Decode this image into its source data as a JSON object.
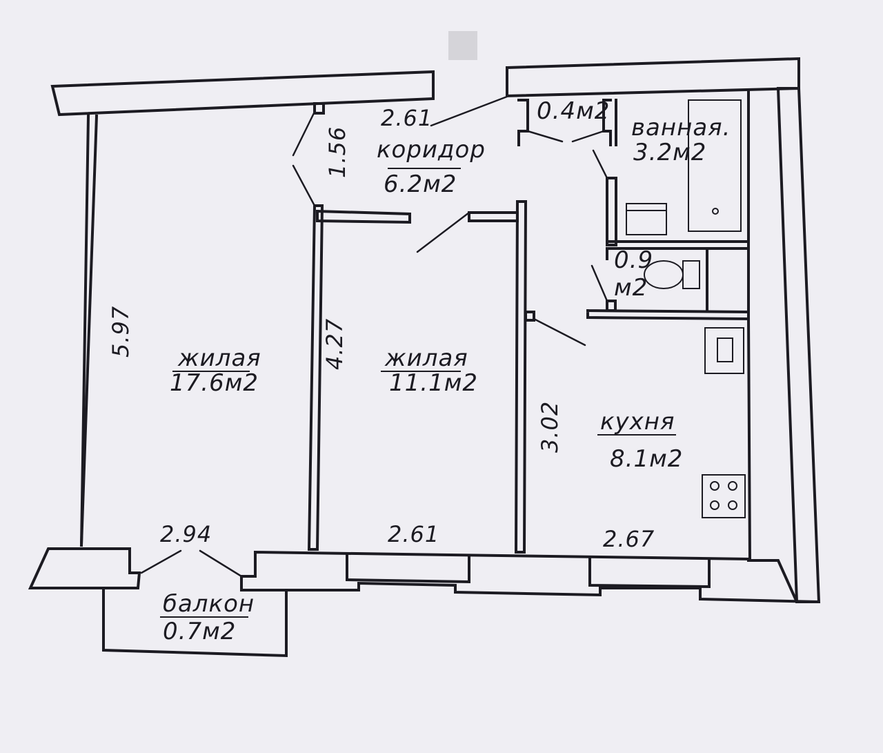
{
  "rooms": {
    "living_large": {
      "name": "жилая",
      "area": "17.6м2"
    },
    "living_small": {
      "name": "жилая",
      "area": "11.1м2"
    },
    "corridor": {
      "name": "коридор",
      "area": "6.2м2"
    },
    "bathroom": {
      "name": "ванная.",
      "area": "3.2м2"
    },
    "closet": {
      "area": "0.4м2"
    },
    "toilet": {
      "area_top": "0.9",
      "area_bottom": "м2"
    },
    "kitchen": {
      "name": "кухня",
      "area": "8.1м2"
    },
    "balcony": {
      "name": "балкон",
      "area": "0.7м2"
    }
  },
  "dimensions": {
    "living_large_height": "5.97",
    "living_large_width": "2.94",
    "corridor_width": "2.61",
    "corridor_height": "1.56",
    "living_small_height": "4.27",
    "living_small_width": "2.61",
    "kitchen_height": "3.02",
    "kitchen_width": "2.67"
  }
}
